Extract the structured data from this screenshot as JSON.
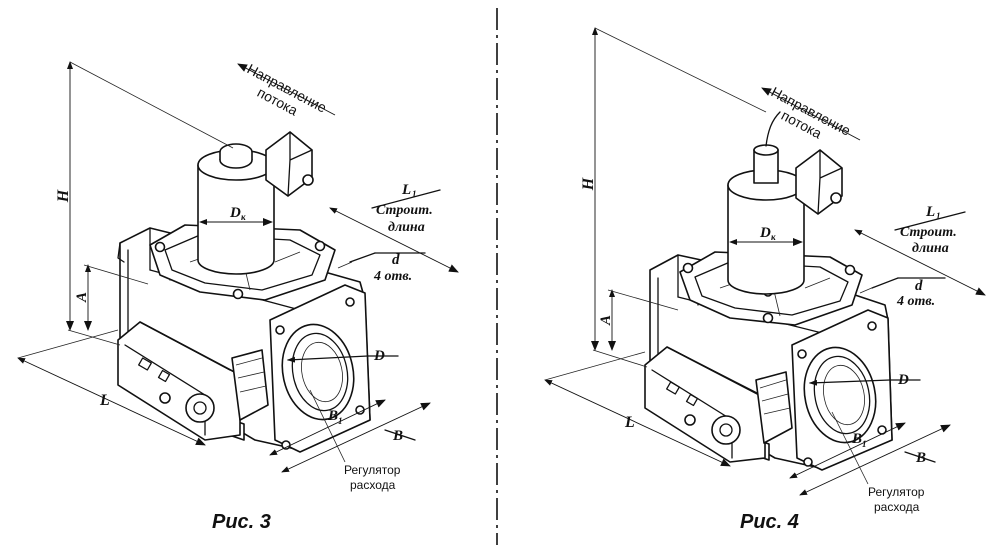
{
  "figures": [
    {
      "caption": "Рис. 3",
      "flow_line1": "Направление",
      "flow_line2": "потока",
      "H": "H",
      "A": "A",
      "L": "L",
      "L1": "L",
      "L1_sub": "1",
      "L1_line1": "Строит.",
      "L1_line2": "длина",
      "d": "d",
      "d_holes": "4 отв.",
      "Dk": "D",
      "Dk_sub": "к",
      "D": "D",
      "B": "B",
      "B1": "B",
      "B1_sub": "1",
      "reg_line1": "Регулятор",
      "reg_line2": "расхода"
    },
    {
      "caption": "Рис. 4",
      "flow_line1": "Направление",
      "flow_line2": "потока",
      "H": "H",
      "A": "A",
      "L": "L",
      "L1": "L",
      "L1_sub": "1",
      "L1_line1": "Строит.",
      "L1_line2": "длина",
      "d": "d",
      "d_holes": "4 отв.",
      "Dk": "D",
      "Dk_sub": "к",
      "D": "D",
      "B": "B",
      "B1": "B",
      "B1_sub": "1",
      "reg_line1": "Регулятор",
      "reg_line2": "расхода"
    }
  ],
  "colors": {
    "line": "#111111",
    "background": "#ffffff"
  }
}
